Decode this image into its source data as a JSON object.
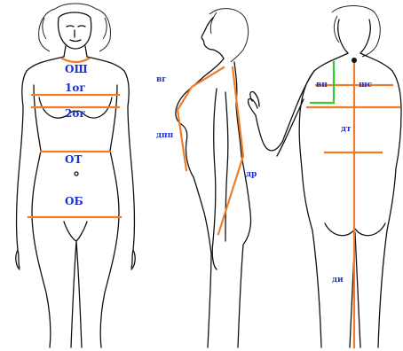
{
  "colors": {
    "measure_line": "#f07c28",
    "neck_marker": "#33cc33",
    "label_text": "#1a2fd8",
    "outline": "#111111"
  },
  "figures": {
    "front": {
      "labels": {
        "neck": "ОШ",
        "bust1": "1ог",
        "bust2": "2ог",
        "waist": "ОТ",
        "hip": "ОБ"
      }
    },
    "side": {
      "labels": {
        "chest_height": "вг",
        "bust_point": "дпп",
        "front_length": "др"
      }
    },
    "back": {
      "labels": {
        "neck_height": "вп",
        "shoulder_width": "шс",
        "back_length": "дт",
        "product_length": "ди"
      }
    }
  }
}
